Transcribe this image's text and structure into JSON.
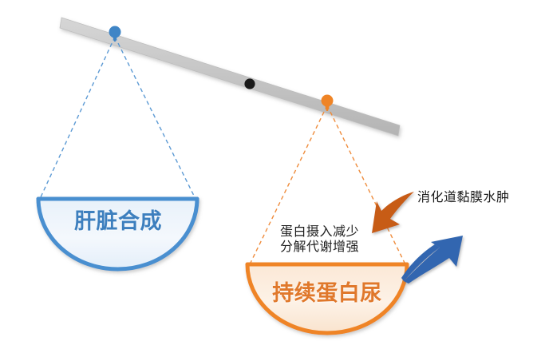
{
  "diagram": {
    "type": "balance-scale",
    "title_visible": false,
    "colors": {
      "beam": "#c3c3c3",
      "left_pivot": "#3f85c6",
      "right_pivot": "#ef8426",
      "fulcrum_dot": "#1a1a1a",
      "left_bowl_stroke": "#4a8fd0",
      "left_bowl_fill": "#eef4fb",
      "left_text": "#3d7fbe",
      "right_bowl_stroke": "#ef8426",
      "right_bowl_fill": "#fcefe2",
      "right_text": "#e0782b",
      "blue_arrow": "#3066b0",
      "brown_arrow": "#c75b19",
      "note_text": "#1d1d1d"
    },
    "left_pan": {
      "label": "肝脏合成",
      "pivot_label": "left-hanger",
      "state": "raised"
    },
    "right_pan": {
      "label": "持续蛋白尿",
      "pivot_label": "right-hanger",
      "state": "lowered"
    },
    "annotations": [
      {
        "name": "protein-intake-note",
        "text": "蛋白摄入减少\n分解代谢增强",
        "arrow": "brown-arrow-down-left"
      },
      {
        "name": "gi-mucosal-edema-note",
        "text": "消化道黏膜水肿",
        "arrow": "blue-arrow-up-right"
      }
    ]
  }
}
